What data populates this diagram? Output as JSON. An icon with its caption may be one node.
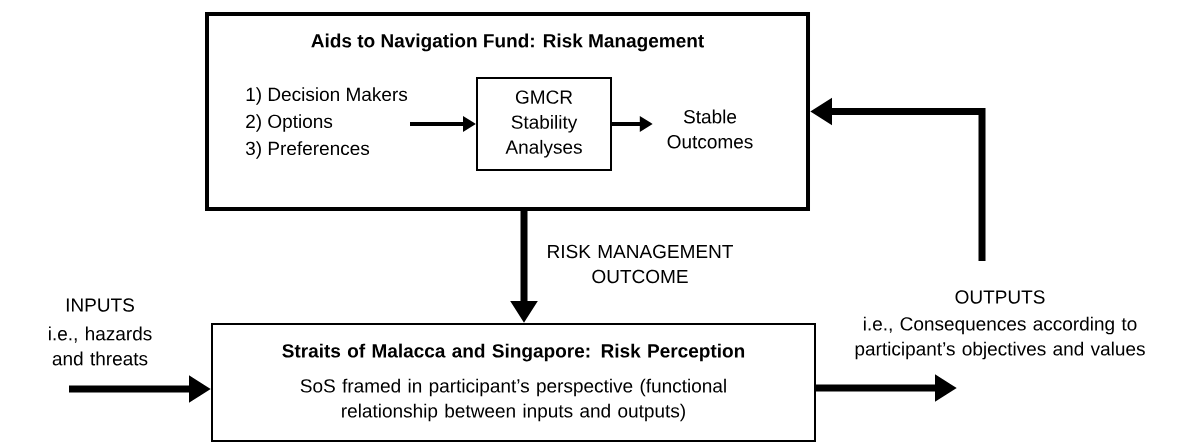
{
  "diagram": {
    "nodes": [
      {
        "text": [
          "Aids to Navigation Fund: Risk Management"
        ]
      },
      {
        "text": [
          "1) Decision Makers",
          "2) Options",
          "3) Preferences"
        ],
        "in": 0
      },
      {
        "text": [
          "GMCR Stability Analyses"
        ],
        "in": 0
      },
      {
        "text": [
          "Stable Outcomes"
        ],
        "in": 0
      },
      {
        "text": [
          "Straits of Malacca and Singapore: Risk Perception",
          "SoS framed in participant’s perspective (functional relationship between inputs and outputs)"
        ]
      }
    ],
    "edges": [
      {
        "from": 1,
        "to": 2,
        "arrow": "to"
      },
      {
        "from": 2,
        "to": 3,
        "arrow": "to"
      },
      {
        "from": 0,
        "to": 4,
        "arrow": "to",
        "label": "RISK MANAGEMENT OUTCOME"
      },
      {
        "from": null,
        "to": 4,
        "arrow": "to"
      },
      {
        "from": 4,
        "to": null,
        "arrow": "to"
      },
      {
        "from": null,
        "to": 0,
        "arrow": "to"
      }
    ],
    "labels": [
      "INPUTS",
      "i.e., hazards and threats",
      "OUTPUTS",
      "i.e., Consequences according to participant’s objectives and values"
    ]
  }
}
